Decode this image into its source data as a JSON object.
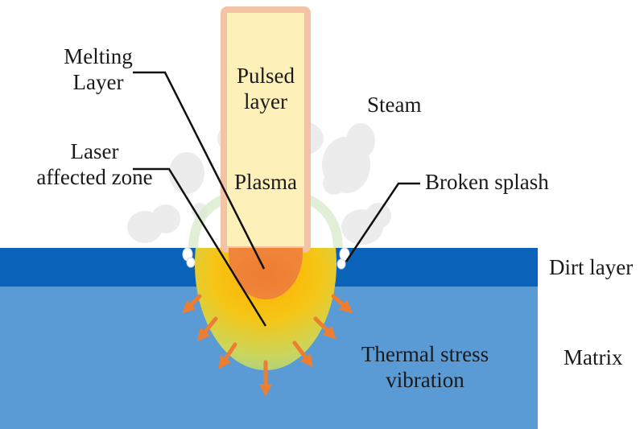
{
  "labels": {
    "melting_layer": [
      "Melting",
      "Layer"
    ],
    "laser_affected_zone": [
      "Laser",
      "affected zone"
    ],
    "pulsed_layer": [
      "Pulsed",
      "layer"
    ],
    "plasma": "Plasma",
    "steam": "Steam",
    "broken_splash": "Broken splash",
    "dirt_layer": "Dirt layer",
    "matrix": "Matrix",
    "thermal_stress_vibration": [
      "Thermal stress",
      "vibration"
    ]
  },
  "colors": {
    "dirt_layer": "#0a63b8",
    "matrix": "#5b9bd5",
    "laser_beam_fill": "#fdf0b8",
    "laser_beam_border": "#f4c3a6",
    "melt_pool": "#ee7d31",
    "affected_zone_outer": "#a8d08d",
    "affected_zone_inner": "#ffc000",
    "arrows": "#ed7d31",
    "steam": "#e6e6e6"
  }
}
